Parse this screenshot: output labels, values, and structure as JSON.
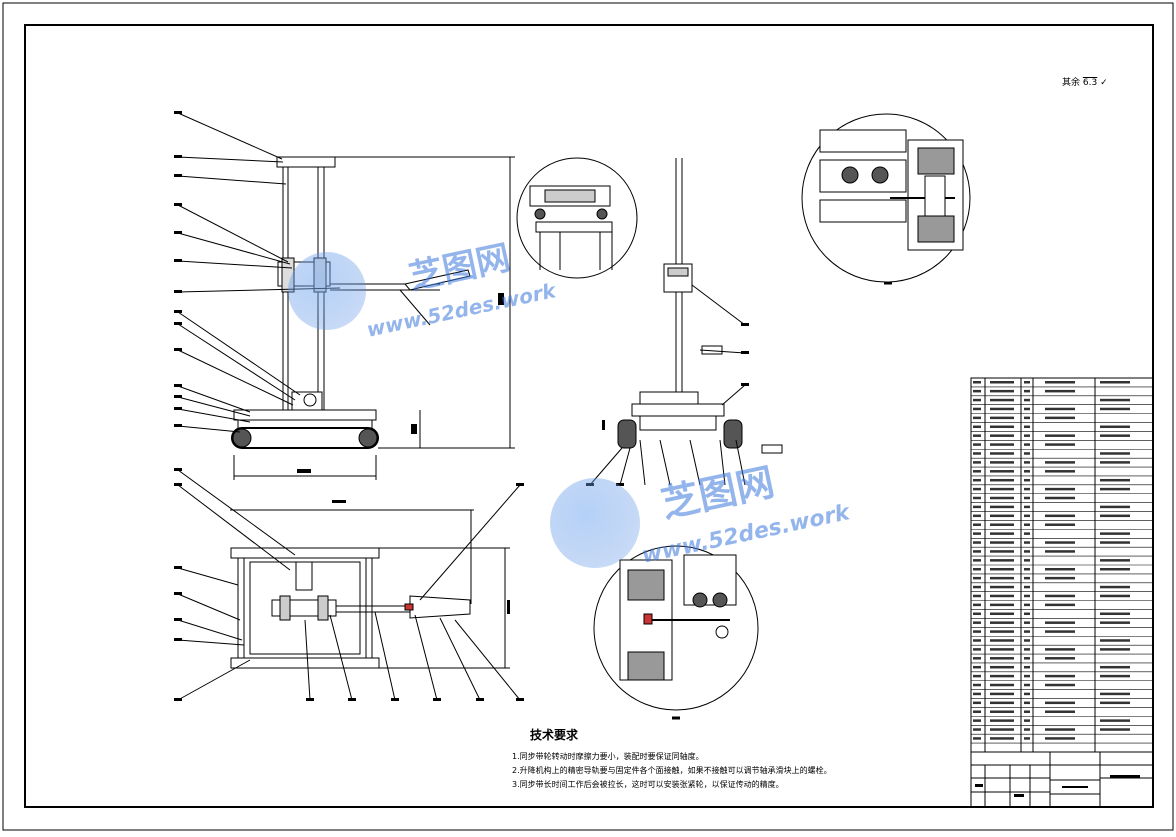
{
  "technical_requirements": {
    "title": "技术要求",
    "items": [
      "1.同步带轮转动时摩擦力要小，装配时要保证同轴度。",
      "2.升降机构上的精密导轨要与固定件各个面接触，如果不接触可以调节轴承滑块上的螺栓。",
      "3.同步带长时间工作后会被拉长，这时可以安装张紧轮，以保证传动的精度。"
    ]
  },
  "roughness_note": {
    "label": "其余",
    "value": "6.3"
  },
  "watermark": {
    "brand": "芝图网",
    "url": "www.52des.work"
  },
  "colors": {
    "line": "#000000",
    "watermark": "#3c78dc"
  }
}
